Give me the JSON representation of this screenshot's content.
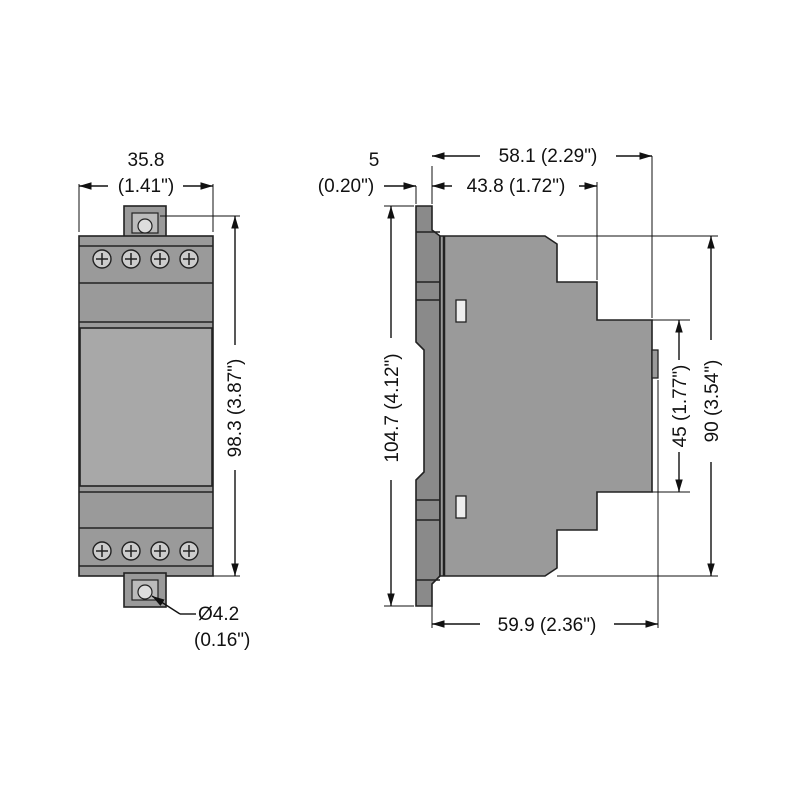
{
  "front_view": {
    "width_mm": "35.8",
    "width_in": "(1.41\")",
    "height": "98.3 (3.87\")",
    "hole_mm": "Ø4.2",
    "hole_in": "(0.16\")",
    "terminals_top": 4,
    "terminals_bottom": 4
  },
  "side_view": {
    "offset_mm": "5",
    "offset_in": "(0.20\")",
    "depth_total": "58.1 (2.29\")",
    "depth_step": "43.8 (1.72\")",
    "depth_base": "59.9 (2.36\")",
    "height_total": "104.7 (4.12\")",
    "height_body": "90 (3.54\")",
    "height_front": "45 (1.77\")"
  },
  "colors": {
    "body": "#9a9a9a",
    "line": "#111111"
  }
}
